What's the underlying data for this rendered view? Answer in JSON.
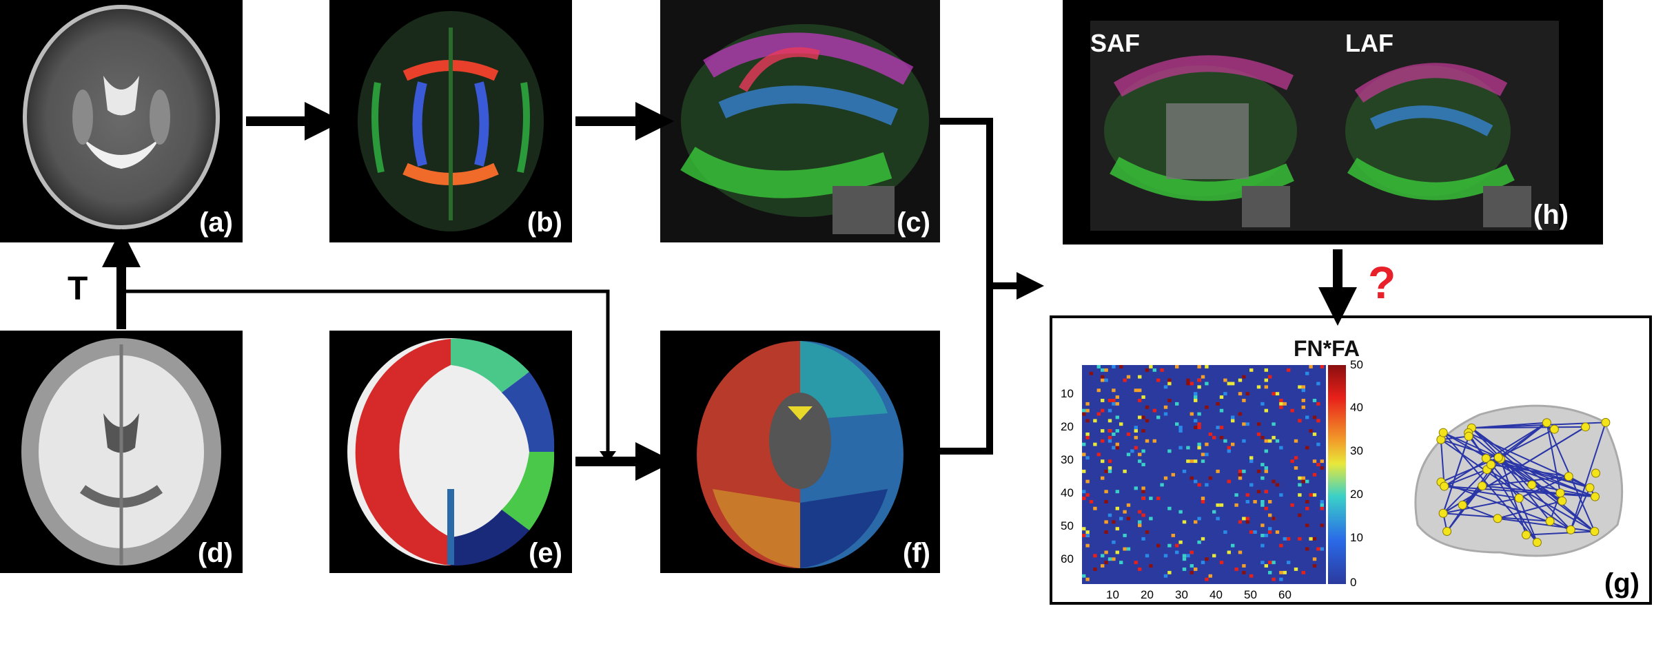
{
  "panels": {
    "a": {
      "label": "(a)"
    },
    "b": {
      "label": "(b)"
    },
    "c": {
      "label": "(c)"
    },
    "d": {
      "label": "(d)"
    },
    "e": {
      "label": "(e)"
    },
    "f": {
      "label": "(f)"
    },
    "g": {
      "label": "(g)"
    },
    "h": {
      "label": "(h)",
      "left_title": "SAF",
      "right_title": "LAF"
    }
  },
  "transform_label": "T",
  "question_mark": "?",
  "matrix": {
    "title": "FN*FA",
    "colorbar_ticks": [
      "50",
      "40",
      "30",
      "20",
      "10",
      "0"
    ],
    "y_ticks": [
      "10",
      "20",
      "30",
      "40",
      "50",
      "60"
    ],
    "x_ticks": [
      "10",
      "20",
      "30",
      "40",
      "50",
      "60"
    ]
  },
  "colors": {
    "question": "#e8202a",
    "matrix_bg": "#2b3a9e",
    "node": "#f3e31a",
    "edge": "#2a36a8"
  }
}
